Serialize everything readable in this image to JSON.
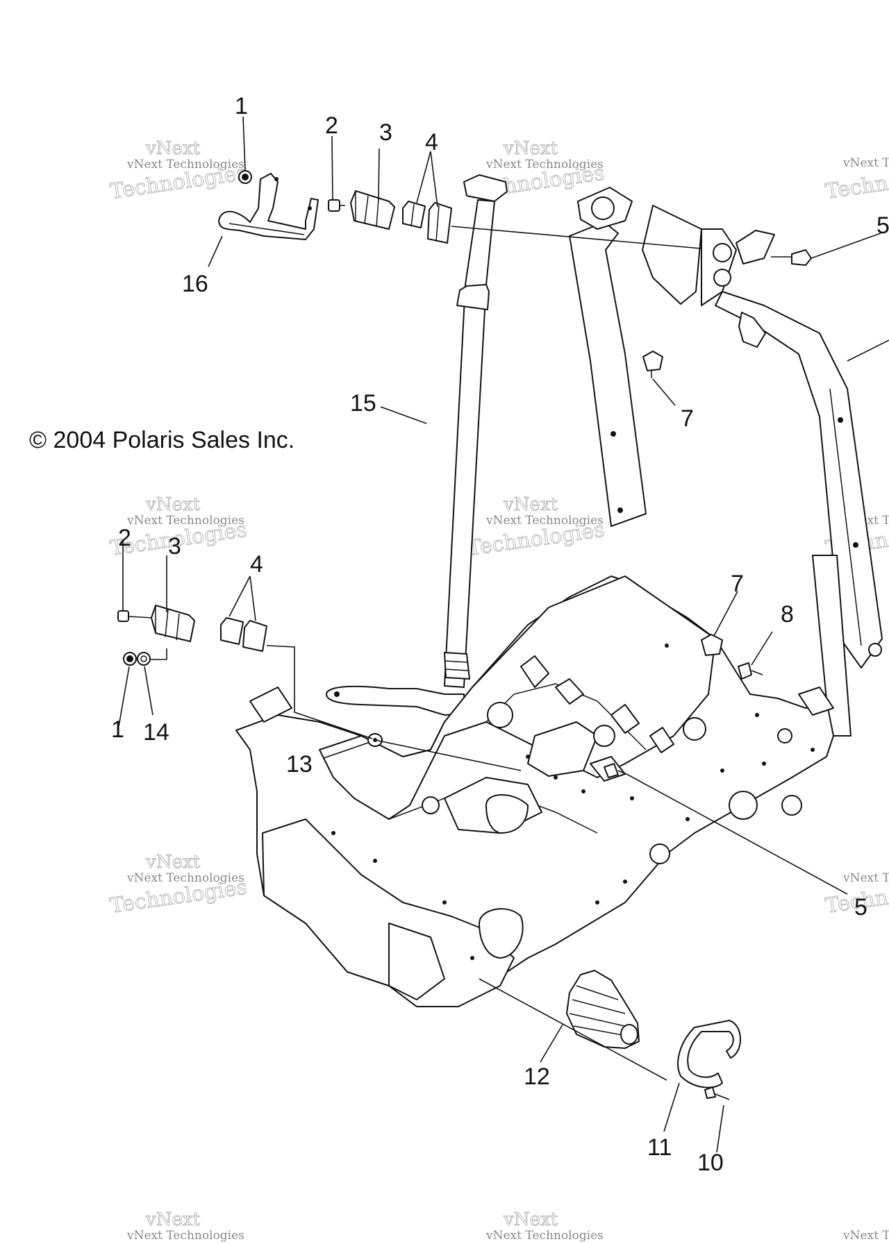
{
  "copyright": "© 2004 Polaris Sales Inc.",
  "watermark": {
    "line1": "vNext",
    "line2": "vNext Technologies",
    "line3": "Technologies"
  },
  "callouts": {
    "c1a": "1",
    "c2a": "2",
    "c3a": "3",
    "c4a": "4",
    "c5a": "5",
    "c16": "16",
    "c15": "15",
    "c7a": "7",
    "c2b": "2",
    "c3b": "3",
    "c4b": "4",
    "c1b": "1",
    "c14": "14",
    "c7b": "7",
    "c8": "8",
    "c13": "13",
    "c5b": "5",
    "c12": "12",
    "c11": "11",
    "c10": "10"
  },
  "colors": {
    "line": "#111111",
    "watermark": "#b9b9b9",
    "background": "#ffffff"
  }
}
